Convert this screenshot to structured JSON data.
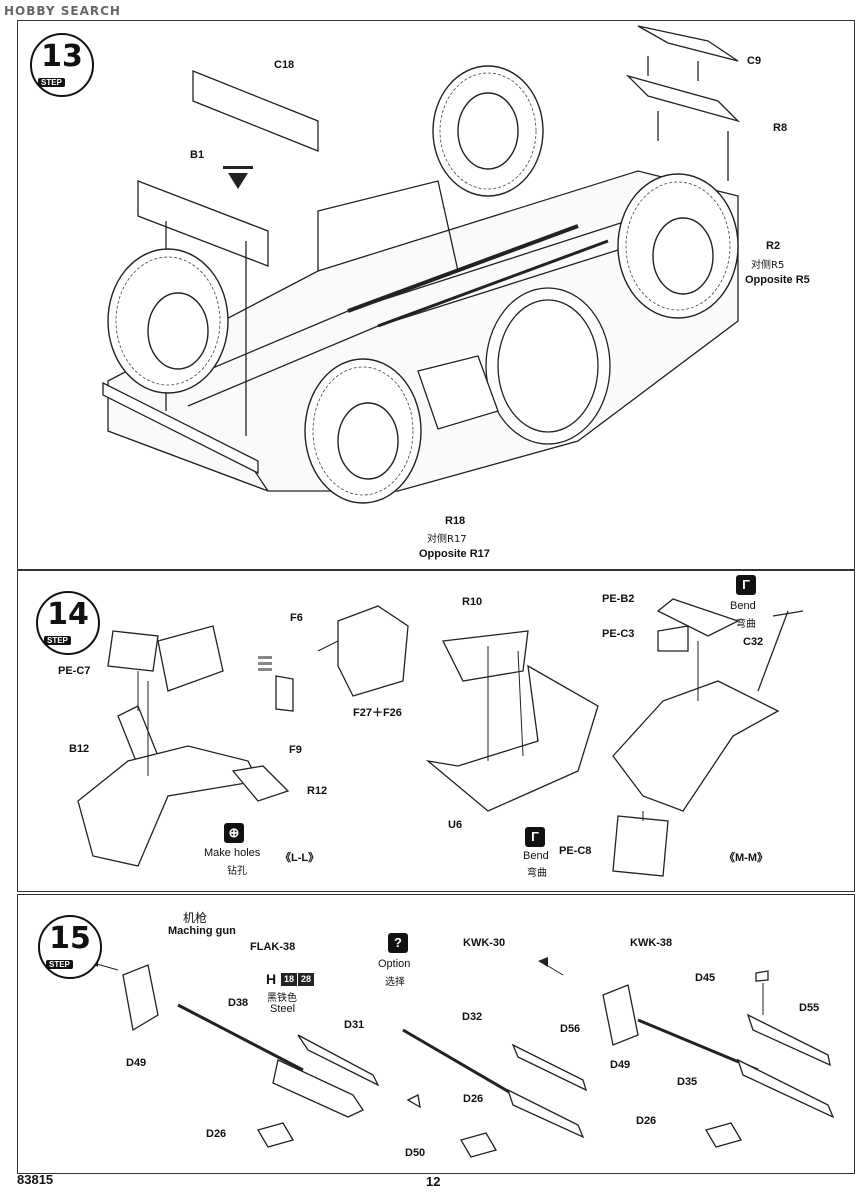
{
  "watermark": "HOBBY SEARCH",
  "steps": [
    {
      "number": "13",
      "word": "STEP",
      "labels": {
        "c18": "C18",
        "b1": "B1",
        "c9": "C9",
        "r8": "R8",
        "r2": "R2",
        "r2_cn": "对侧R5",
        "r2_en": "Opposite R5",
        "r18": "R18",
        "r18_cn": "对侧R17",
        "r18_en": "Opposite R17"
      }
    },
    {
      "number": "14",
      "word": "STEP",
      "labels": {
        "pe_c7": "PE-C7",
        "b12": "B12",
        "f6": "F6",
        "f9": "F9",
        "f27": "F27＋F26",
        "r12": "R12",
        "make_holes": "Make holes",
        "make_holes_cn": "钻孔",
        "view_ll": "《L-L》",
        "r10": "R10",
        "u6": "U6",
        "bend": "Bend",
        "bend_cn": "弯曲",
        "pe_b2": "PE-B2",
        "pe_c3": "PE-C3",
        "bend2": "Bend",
        "bend2_cn": "弯曲",
        "c32": "C32",
        "pe_c8": "PE-C8",
        "view_mm": "《M-M》"
      }
    },
    {
      "number": "15",
      "word": "STEP",
      "labels": {
        "mg_cn": "机枪",
        "mg_en": "Maching gun",
        "flak": "FLAK-38",
        "option": "Option",
        "option_cn": "选择",
        "kwk30": "KWK-30",
        "kwk38": "KWK-38",
        "h": "H",
        "c18": "18",
        "c28": "28",
        "steel_cn": "黑铁色",
        "steel": "Steel",
        "d38": "D38",
        "d31": "D31",
        "d49": "D49",
        "d26": "D26",
        "d50": "D50",
        "d32": "D32",
        "d56": "D56",
        "d26b": "D26",
        "d45": "D45",
        "d55": "D55",
        "d49b": "D49",
        "d35": "D35",
        "d26c": "D26"
      }
    }
  ],
  "footer": {
    "code": "83815",
    "page": "12"
  }
}
